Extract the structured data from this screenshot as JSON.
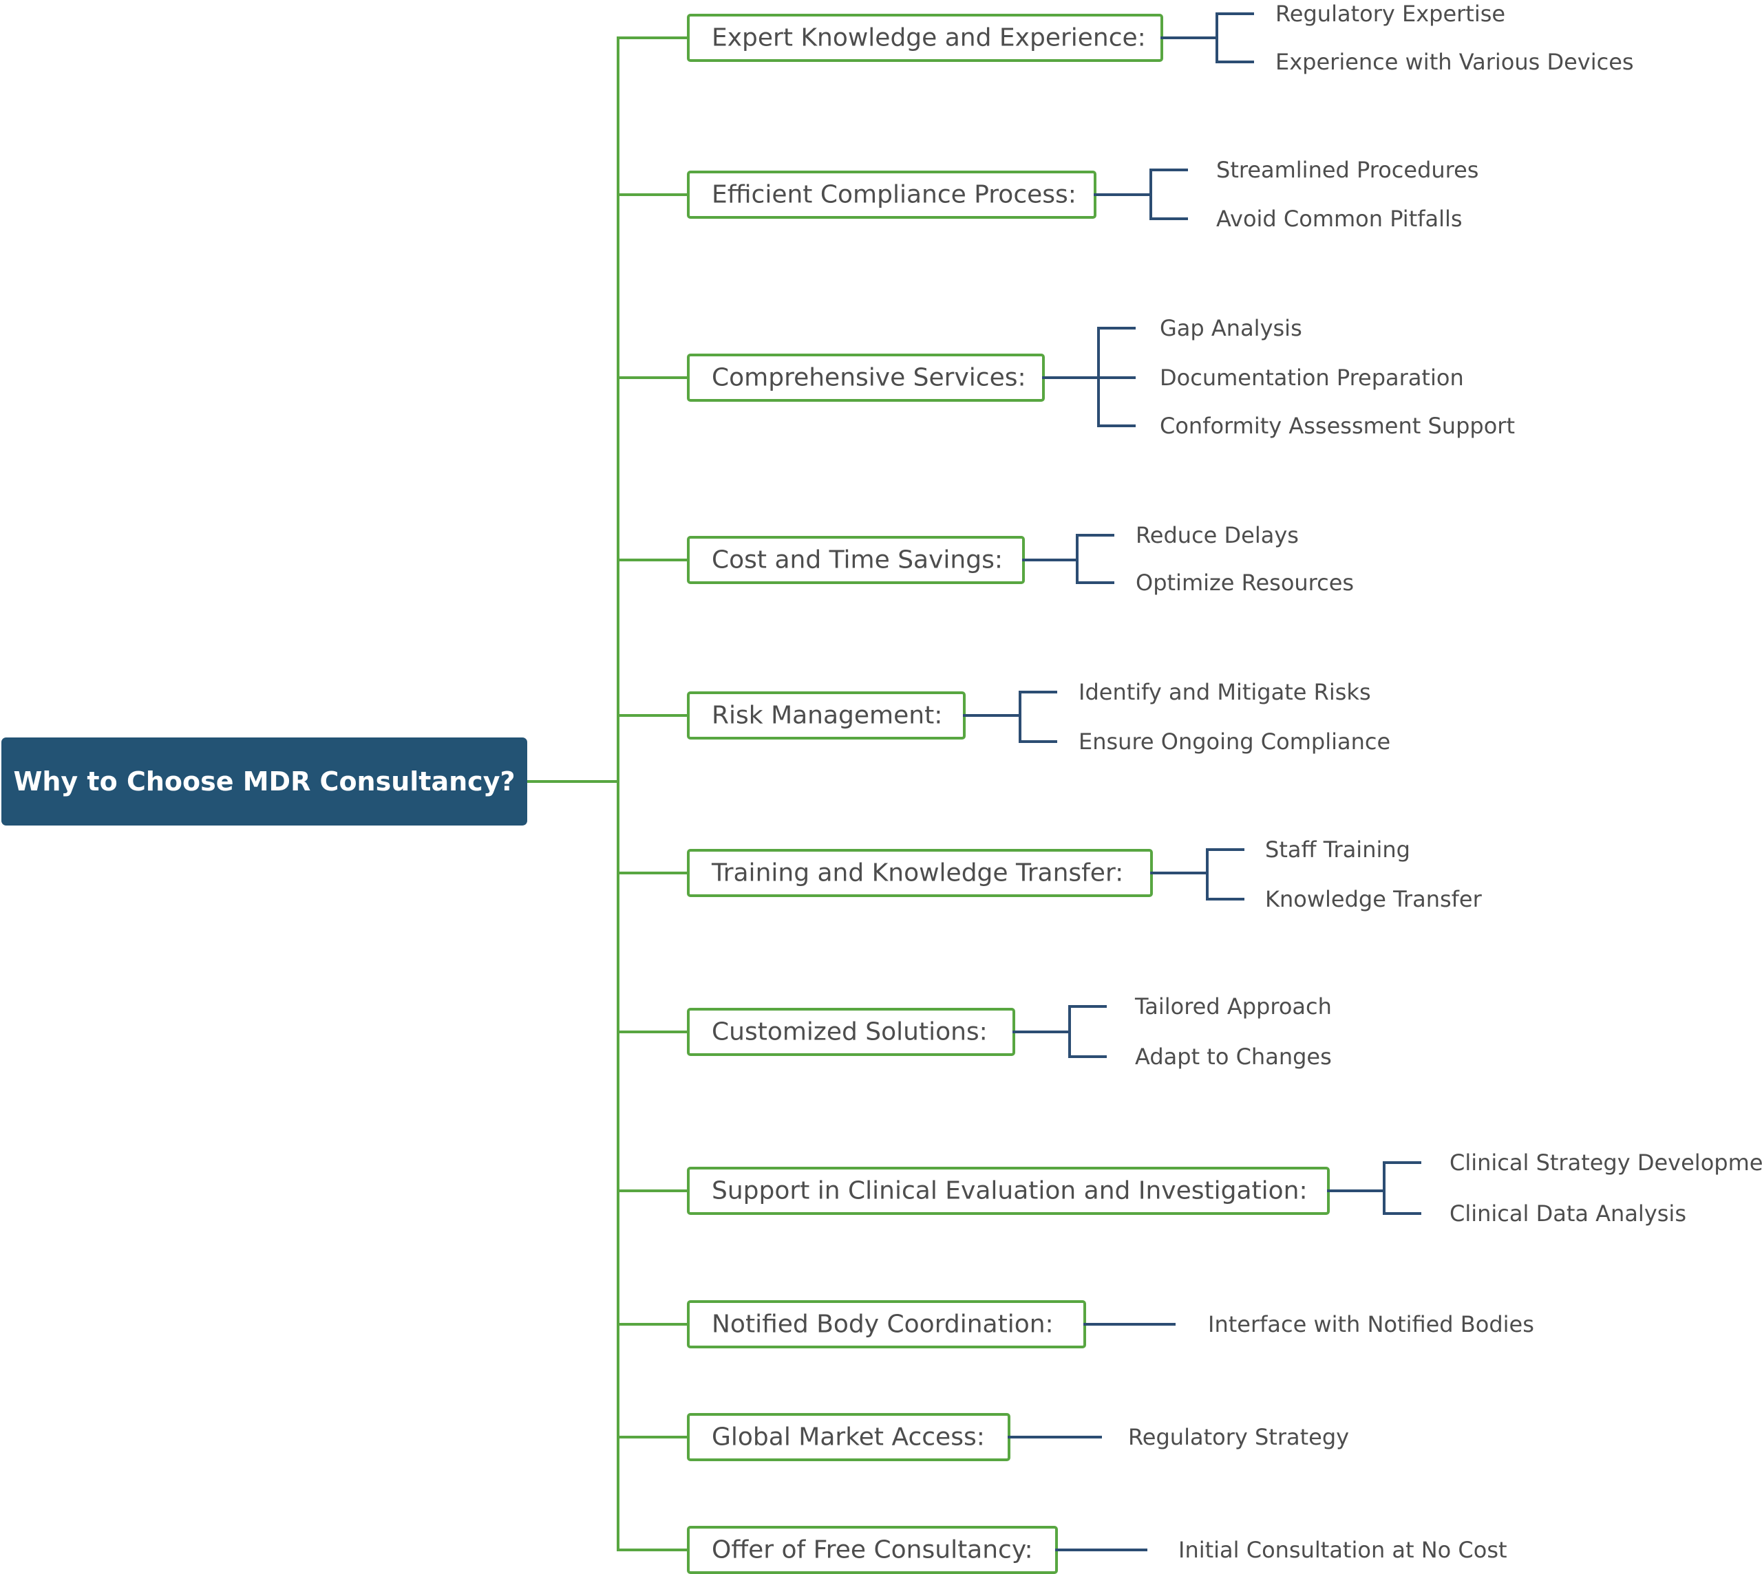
{
  "title": "Why to Choose MDR Consultancy?",
  "colors": {
    "root_fill": "#235374",
    "branch_green": "#58a641",
    "leaf_blue": "#2c4d73",
    "text": "#4d4d4d"
  },
  "categories": [
    {
      "label": "Expert Knowledge and Experience:",
      "items": [
        "Regulatory Expertise",
        "Experience with Various Devices"
      ]
    },
    {
      "label": "Efficient Compliance Process:",
      "items": [
        "Streamlined Procedures",
        "Avoid Common Pitfalls"
      ]
    },
    {
      "label": "Comprehensive Services:",
      "items": [
        "Gap Analysis",
        "Documentation Preparation",
        "Conformity Assessment Support"
      ]
    },
    {
      "label": "Cost and Time Savings:",
      "items": [
        "Reduce Delays",
        "Optimize Resources"
      ]
    },
    {
      "label": "Risk Management:",
      "items": [
        "Identify and Mitigate Risks",
        "Ensure Ongoing Compliance"
      ]
    },
    {
      "label": "Training and Knowledge Transfer:",
      "items": [
        "Staff Training",
        "Knowledge Transfer"
      ]
    },
    {
      "label": "Customized Solutions:",
      "items": [
        "Tailored Approach",
        "Adapt to Changes"
      ]
    },
    {
      "label": "Support in Clinical Evaluation and Investigation:",
      "items": [
        "Clinical Strategy Development",
        "Clinical Data Analysis"
      ]
    },
    {
      "label": "Notified Body Coordination:",
      "items": [
        "Interface with Notified Bodies"
      ]
    },
    {
      "label": "Global Market Access:",
      "items": [
        "Regulatory Strategy"
      ]
    },
    {
      "label": "Offer of Free Consultancy:",
      "items": [
        "Initial Consultation at No Cost"
      ]
    }
  ]
}
